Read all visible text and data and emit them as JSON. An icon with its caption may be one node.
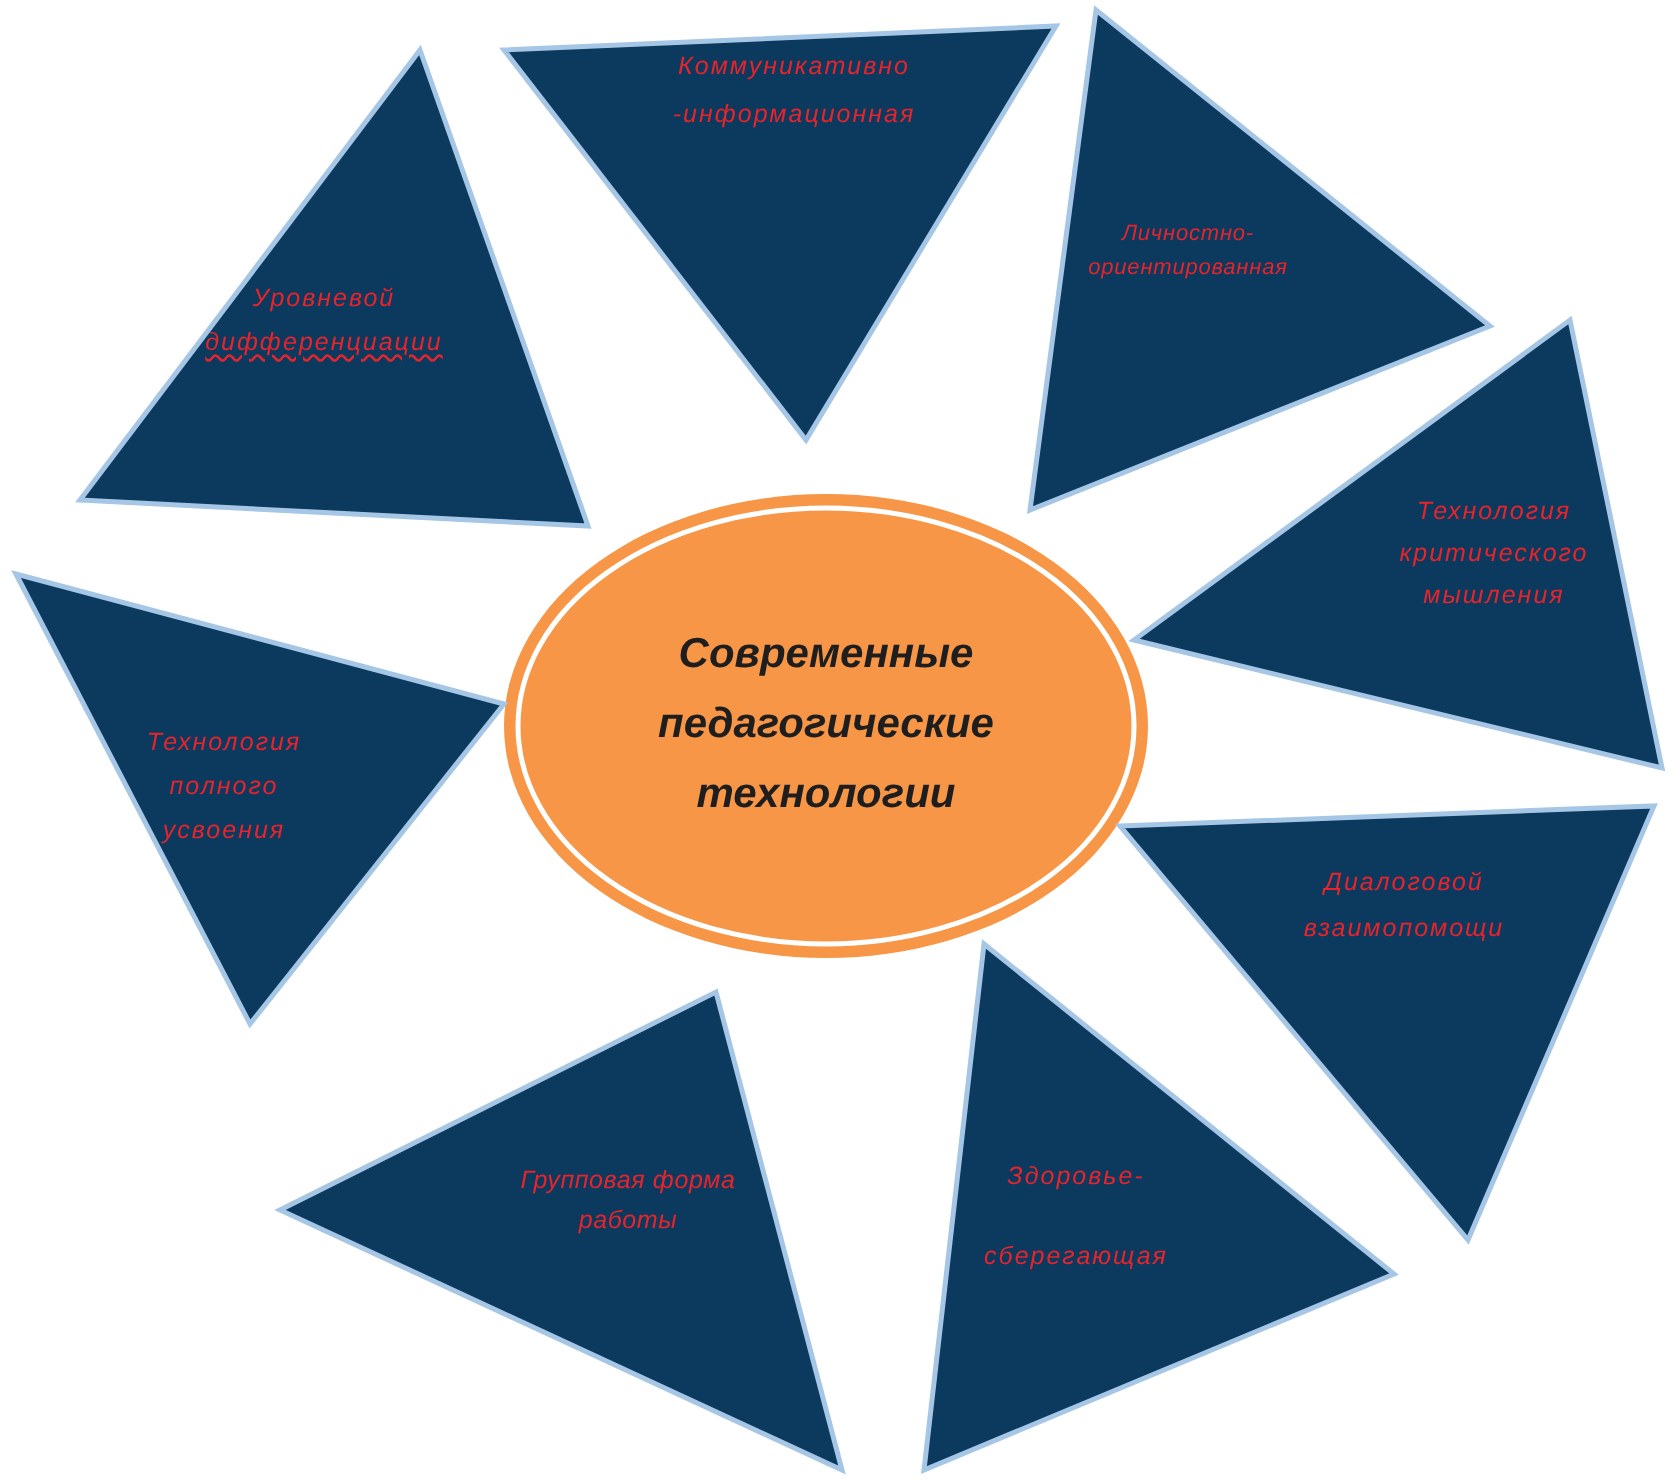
{
  "diagram": {
    "nodes": [
      {
        "text": [
          "Современные педагогические технологии"
        ]
      },
      {
        "text": [
          "Коммуникативно -информационная"
        ]
      },
      {
        "text": [
          "Личностно- ориентированная"
        ]
      },
      {
        "text": [
          "Технология критического мышления"
        ]
      },
      {
        "text": [
          "Диалоговой взаимопомощи"
        ]
      },
      {
        "text": [
          "Здоровье- сберегающая"
        ]
      },
      {
        "text": [
          "Групповая форма работы"
        ]
      },
      {
        "text": [
          "Технология полного усвоения"
        ]
      },
      {
        "text": [
          "Уровневой дифференциации"
        ]
      }
    ]
  }
}
